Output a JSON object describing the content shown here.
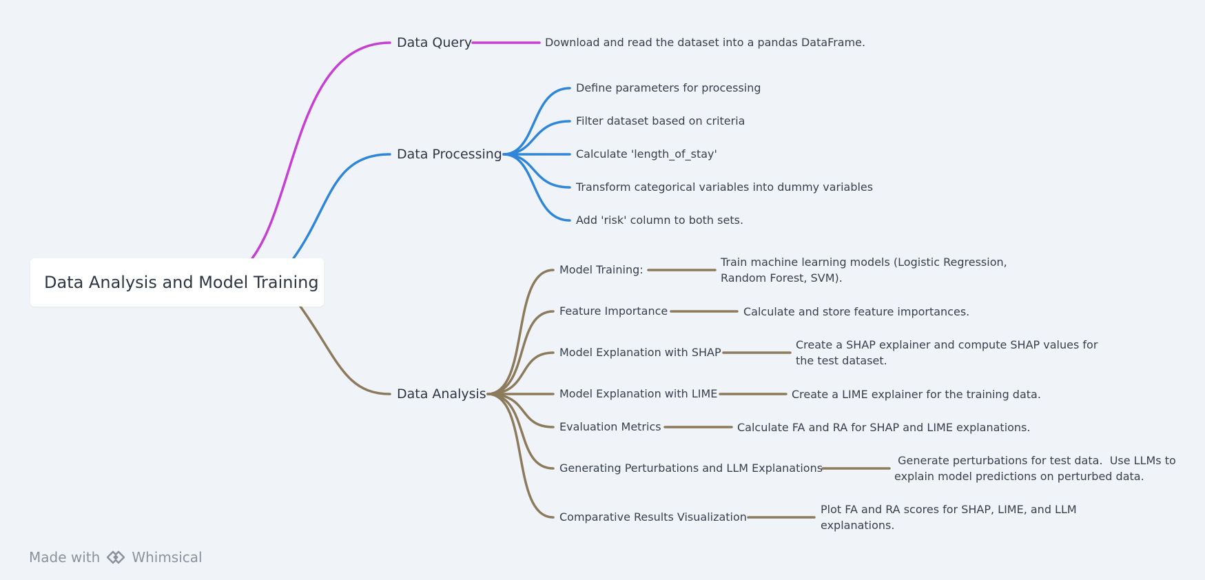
{
  "root": {
    "label": "Data Analysis and Model Training"
  },
  "colors": {
    "query": "#c53fd3",
    "processing": "#2f86d8",
    "analysis": "#8b7a5c"
  },
  "branches": {
    "query": {
      "label": "Data Query",
      "children": [
        {
          "label": "Download and read the dataset into a pandas DataFrame."
        }
      ]
    },
    "processing": {
      "label": "Data Processing",
      "children": [
        {
          "label": "Define parameters for processing"
        },
        {
          "label": "Filter dataset based on criteria"
        },
        {
          "label": "Calculate 'length_of_stay'"
        },
        {
          "label": "Transform categorical variables into dummy variables"
        },
        {
          "label": "Add 'risk' column to both sets."
        }
      ]
    },
    "analysis": {
      "label": "Data Analysis",
      "children": [
        {
          "label": "Model Training:",
          "leaf": [
            "Train machine learning models (Logistic Regression,",
            "Random Forest, SVM)."
          ]
        },
        {
          "label": "Feature Importance",
          "leaf": [
            "Calculate and store feature importances."
          ]
        },
        {
          "label": "Model Explanation with SHAP",
          "leaf": [
            "Create a SHAP explainer and compute SHAP values for",
            "the test dataset."
          ]
        },
        {
          "label": "Model Explanation with LIME",
          "leaf": [
            "Create a LIME explainer for the training data."
          ]
        },
        {
          "label": "Evaluation Metrics",
          "leaf": [
            "Calculate FA and RA for SHAP and LIME explanations."
          ]
        },
        {
          "label": "Generating Perturbations and LLM Explanations",
          "leaf": [
            " Generate perturbations for test data.  Use LLMs to",
            "explain model predictions on perturbed data."
          ]
        },
        {
          "label": "Comparative Results Visualization",
          "leaf": [
            "Plot FA and RA scores for SHAP, LIME, and LLM",
            "explanations."
          ]
        }
      ]
    }
  },
  "footer": {
    "prefix": "Made with",
    "brand": "Whimsical",
    "icon": "whimsical-logo-icon"
  }
}
